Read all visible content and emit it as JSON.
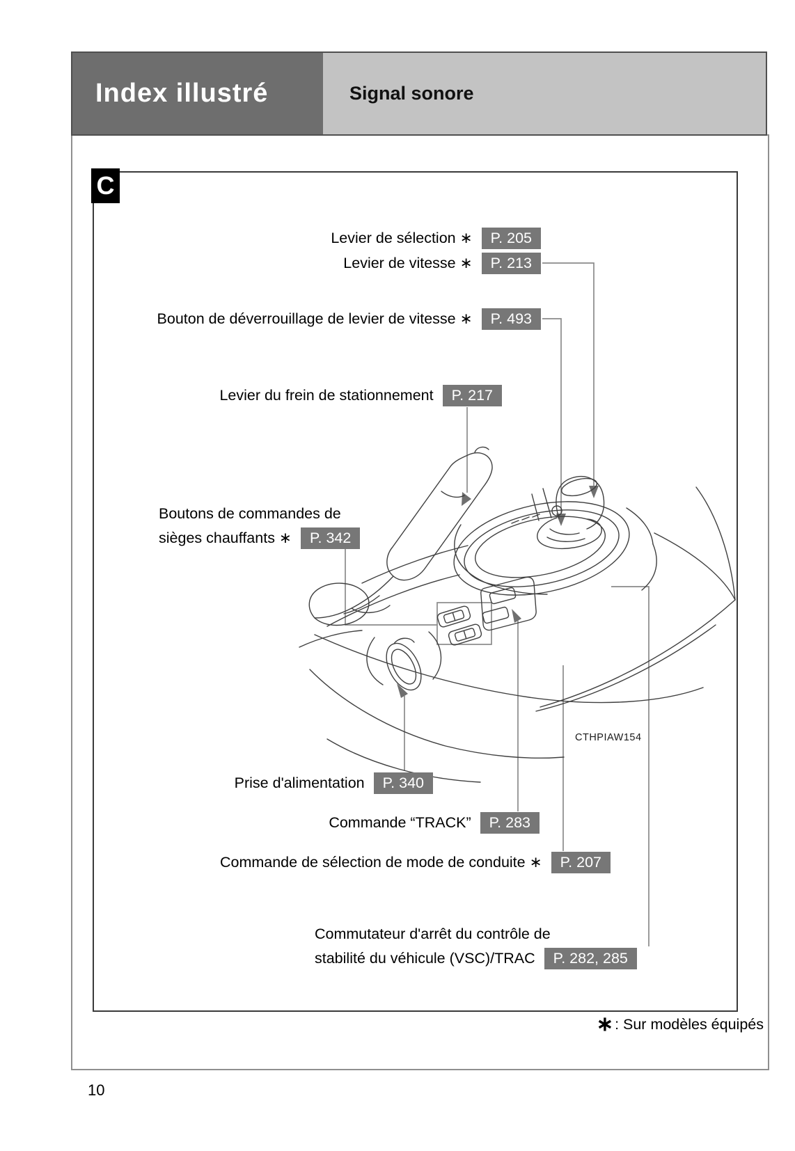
{
  "header": {
    "section_title": "Index illustré",
    "page_subtitle": "Signal sonore"
  },
  "figure": {
    "panel_letter": "C",
    "figure_code": "CTHPIAW154"
  },
  "callouts": {
    "selector_lever": {
      "label": "Levier de sélection ∗",
      "page_ref": "P. 205"
    },
    "shift_lever": {
      "label": "Levier de vitesse ∗",
      "page_ref": "P. 213"
    },
    "shift_lock_button": {
      "label": "Bouton de déverrouillage de levier de vitesse ∗",
      "page_ref": "P. 493"
    },
    "parking_brake": {
      "label": "Levier du frein de stationnement",
      "page_ref": "P. 217"
    },
    "seat_heaters": {
      "label_line1": "Boutons de commandes de",
      "label_line2": "sièges chauffants ∗",
      "page_ref": "P. 342"
    },
    "power_outlet": {
      "label": "Prise d'alimentation",
      "page_ref": "P. 340"
    },
    "track_switch": {
      "label": "Commande “TRACK”",
      "page_ref": "P. 283"
    },
    "drive_mode_select": {
      "label": "Commande de sélection de mode de conduite ∗",
      "page_ref": "P. 207"
    },
    "vsc_trac_off": {
      "label_line1": "Commutateur d'arrêt du contrôle de",
      "label_line2": "stabilité du véhicule (VSC)/TRAC",
      "page_ref": "P. 282, 285"
    }
  },
  "footnote": {
    "symbol": "∗",
    "text": ": Sur modèles équipés"
  },
  "page_number": "10",
  "colors": {
    "badge_bg": "#777777",
    "badge_text": "#ffffff",
    "header_dark": "#6e6e6e",
    "header_light": "#c3c3c3",
    "callout_line": "#8a8a8a",
    "drawing_stroke": "#3f3f3f"
  }
}
